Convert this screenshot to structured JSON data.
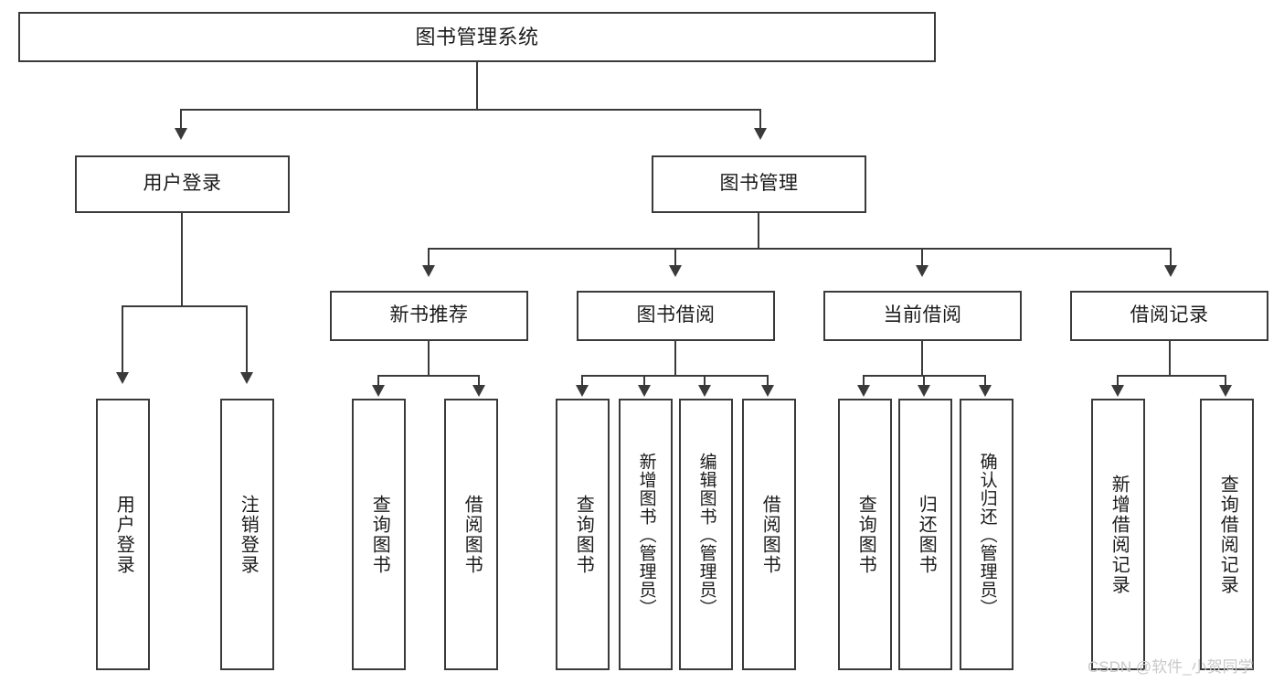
{
  "diagram": {
    "title": "图书管理系统",
    "type": "hierarchy-tree",
    "root": {
      "label": "图书管理系统"
    },
    "level2": [
      {
        "label": "用户登录"
      },
      {
        "label": "图书管理"
      }
    ],
    "level3": [
      {
        "label": "新书推荐"
      },
      {
        "label": "图书借阅"
      },
      {
        "label": "当前借阅"
      },
      {
        "label": "借阅记录"
      }
    ],
    "leaves": {
      "user_login": [
        {
          "label": "用户登录"
        },
        {
          "label": "注销登录"
        }
      ],
      "new_book_recommend": [
        {
          "label": "查询图书"
        },
        {
          "label": "借阅图书"
        }
      ],
      "book_borrow": [
        {
          "label": "查询图书"
        },
        {
          "label": "新增图书（管理员）"
        },
        {
          "label": "编辑图书（管理员）"
        },
        {
          "label": "借阅图书"
        }
      ],
      "current_borrow": [
        {
          "label": "查询图书"
        },
        {
          "label": "归还图书"
        },
        {
          "label": "确认归还（管理员）"
        }
      ],
      "borrow_record": [
        {
          "label": "新增借阅记录"
        },
        {
          "label": "查询借阅记录"
        }
      ]
    }
  },
  "watermark": {
    "text": "CSDN @软件_小贺同学"
  },
  "colors": {
    "stroke": "#3a3a3a",
    "text": "#1b1b1b",
    "background": "#ffffff",
    "watermark": "#c9c9c9"
  }
}
